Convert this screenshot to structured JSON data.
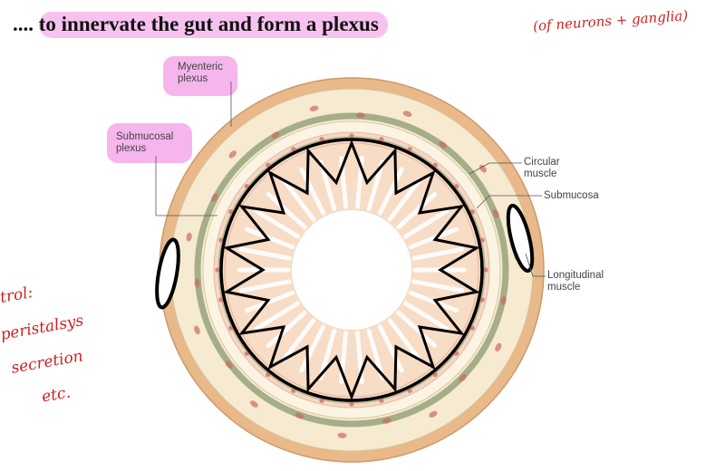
{
  "heading": {
    "text": ".... to innervate the gut and form a plexus",
    "lead": "....",
    "highlighted": "to innervate the gut and form a plexus",
    "handwritten_note": "(of neurons + ganglia)"
  },
  "labels": {
    "myenteric": "Myenteric\nplexus",
    "submucosal": "Submucosal\nplexus",
    "circular": "Circular\nmuscle",
    "submucosa": "Submucosa",
    "longitudinal": "Longitudinal\nmuscle"
  },
  "handwritten_margin": {
    "line1": "trol:",
    "line2": "peristalsys",
    "line3": "secretion",
    "line4": "etc."
  },
  "colors": {
    "highlight": "#ee78dc",
    "ink_red": "#d02020",
    "outer_serosa": "#e9b98a",
    "longitudinal_muscle": "#f6ead0",
    "circular_muscle": "#fbf4e2",
    "submucosa": "#f4d8c4",
    "mucosa": "#f7dcc6",
    "lumen": "#ffffff",
    "plexus_green": "#8a9a70",
    "ganglion_red": "#cc6a5c"
  }
}
